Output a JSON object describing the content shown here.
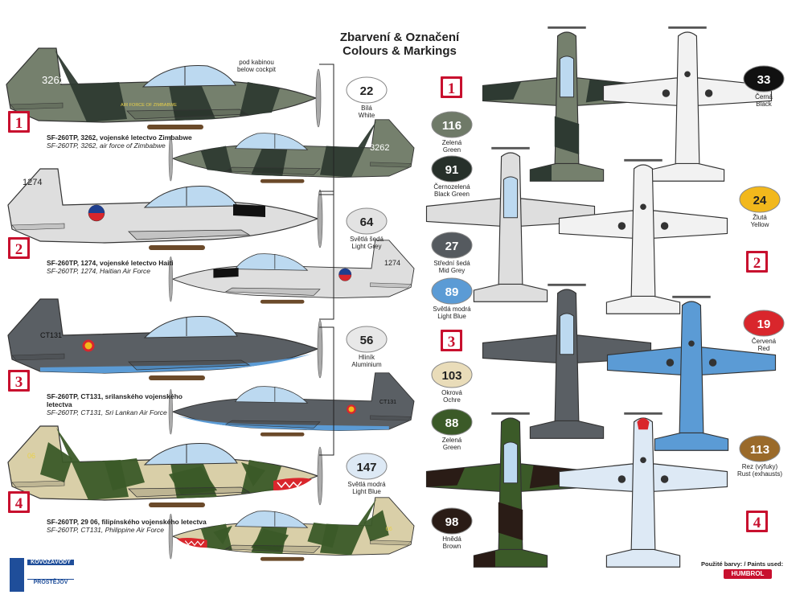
{
  "title": {
    "cz": "Zbarvení & Označení",
    "en": "Colours & Markings"
  },
  "note_cockpit": {
    "cz": "pod kabinou",
    "en": "below cockpit"
  },
  "schemes": [
    {
      "number": "1",
      "caption_bold": "SF-260TP, 3262, vojenské letectvo Zimbabwe",
      "caption_italic": "SF-260TP, 3262, air force of Zimbabwe",
      "serial": "3262",
      "fuselage_text": "AIR FORCE OF ZIMBABWE"
    },
    {
      "number": "2",
      "caption_bold": "SF-260TP, 1274, vojenské letectvo Haiti",
      "caption_italic": "SF-260TP, 1274, Haitian Air Force",
      "serial": "1274"
    },
    {
      "number": "3",
      "caption_bold": "SF-260TP, CT131, srilanského vojenského letectva",
      "caption_italic": "SF-260TP, CT131, Sri Lankan Air Force",
      "serial": "CT131"
    },
    {
      "number": "4",
      "caption_bold": "SF-260TP, 29 06, filipínského vojenského letectva",
      "caption_italic": "SF-260TP, CT131, Philippine Air Force",
      "serial": "06"
    }
  ],
  "paints": [
    {
      "num": "22",
      "cz": "Bílá",
      "en": "White",
      "color": "#ffffff",
      "text": "#222222"
    },
    {
      "num": "116",
      "cz": "Zelená",
      "en": "Green",
      "color": "#6f7a68",
      "text": "#ffffff"
    },
    {
      "num": "91",
      "cz": "Černozelená",
      "en": "Black Green",
      "color": "#27302a",
      "text": "#ffffff"
    },
    {
      "num": "64",
      "cz": "Světlá šedá",
      "en": "Light Grey",
      "color": "#e3e3e3",
      "text": "#222222"
    },
    {
      "num": "27",
      "cz": "Střední šedá",
      "en": "Mid Grey",
      "color": "#555a5f",
      "text": "#ffffff"
    },
    {
      "num": "89",
      "cz": "Světlá modrá",
      "en": "Light Blue",
      "color": "#5b9bd5",
      "text": "#ffffff"
    },
    {
      "num": "56",
      "cz": "Hliník",
      "en": "Aluminium",
      "color": "#e8e8e8",
      "text": "#222222"
    },
    {
      "num": "103",
      "cz": "Okrová",
      "en": "Ochre",
      "color": "#e9dcb9",
      "text": "#222222"
    },
    {
      "num": "88",
      "cz": "Zelená",
      "en": "Green",
      "color": "#3b5a28",
      "text": "#ffffff"
    },
    {
      "num": "147",
      "cz": "Světlá modrá",
      "en": "Light Blue",
      "color": "#dde9f5",
      "text": "#222222"
    },
    {
      "num": "98",
      "cz": "Hnědá",
      "en": "Brown",
      "color": "#2a1c16",
      "text": "#ffffff"
    },
    {
      "num": "33",
      "cz": "Černá",
      "en": "Black",
      "color": "#111111",
      "text": "#ffffff"
    },
    {
      "num": "24",
      "cz": "Žlutá",
      "en": "Yellow",
      "color": "#f2b81c",
      "text": "#222222"
    },
    {
      "num": "19",
      "cz": "Červená",
      "en": "Red",
      "color": "#d9262c",
      "text": "#ffffff"
    },
    {
      "num": "113",
      "cz": "Rez (výfuky)",
      "en": "Rust (exhausts)",
      "color": "#9a6a2a",
      "text": "#ffffff"
    }
  ],
  "footer": {
    "paints_used": "Použité barvy: / Paints used:",
    "brand": "HUMBROL",
    "maker_top": "KOVOZÁVODY",
    "maker_bottom": "PROSTĚJOV"
  },
  "colors": {
    "camo_dark": "#2e3a32",
    "camo_green": "#75806d",
    "lightgrey": "#dedede",
    "midgrey": "#5a5f64",
    "lightblue": "#5b9bd5",
    "palebl": "#dde9f5",
    "jungle_green": "#3b5a28",
    "jungle_brown": "#2a1c16",
    "jungle_tan": "#d9cfa8",
    "canopy": "#bcd9f0",
    "red": "#d9262c",
    "haiti_blue": "#1f3f8f"
  }
}
